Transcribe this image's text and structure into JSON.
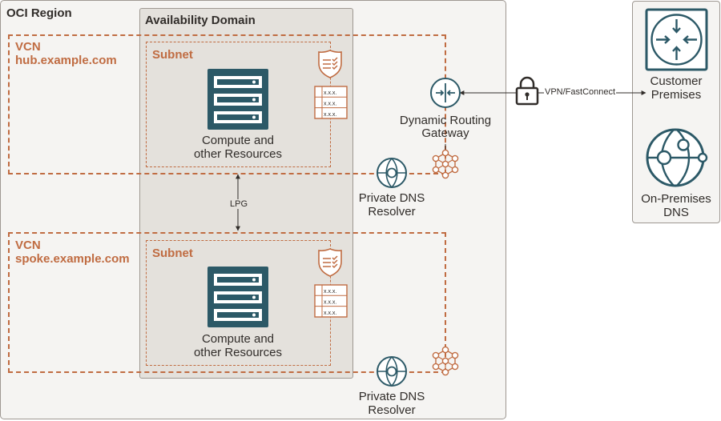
{
  "region": {
    "title": "OCI Region"
  },
  "availability_domain": {
    "title": "Availability Domain"
  },
  "hub_vcn": {
    "label": "VCN",
    "domain": "hub.example.com",
    "subnet": "Subnet",
    "compute_line1": "Compute and",
    "compute_line2": "other Resources",
    "dns_resolver_line1": "Private DNS",
    "dns_resolver_line2": "Resolver"
  },
  "spoke_vcn": {
    "label": "VCN",
    "domain": "spoke.example.com",
    "subnet": "Subnet",
    "compute_line1": "Compute and",
    "compute_line2": "other Resources",
    "dns_resolver_line1": "Private DNS",
    "dns_resolver_line2": "Resolver"
  },
  "lpg": {
    "label": "LPG"
  },
  "drg": {
    "line1": "Dynamic Routing",
    "line2": "Gateway"
  },
  "connection": {
    "label": "VPN/FastConnect"
  },
  "customer_premises": {
    "line1": "Customer",
    "line2": "Premises"
  },
  "onprem_dns": {
    "line1": "On-Premises",
    "line2": "DNS"
  },
  "security_list": {
    "row_text": "x.x.x."
  },
  "colors": {
    "teal": "#2c5967",
    "orange": "#c06c42",
    "region_bg": "#f5f4f2",
    "ad_bg": "#e4e1dc",
    "text": "#312d2a"
  }
}
